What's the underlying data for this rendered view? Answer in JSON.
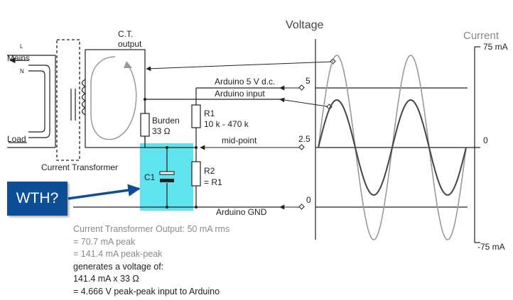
{
  "colors": {
    "wire": "#222222",
    "gray_trace": "#999999",
    "dark_trace": "#444444",
    "highlight": "#5fe3ee",
    "callout": "#0d4e96",
    "calc_gray": "#8a8a8a",
    "calc_dark": "#222222"
  },
  "labels": {
    "voltage_title": "Voltage",
    "current_title": "Current",
    "ct_output_1": "C.T.",
    "ct_output_2": "output",
    "mains": "Mains",
    "load": "Load",
    "l_label": "L",
    "n_label": "N",
    "ct_name": "Current Transformer",
    "burden_1": "Burden",
    "burden_2": "33 Ω",
    "r1_1": "R1",
    "r1_2": "10 k - 470 k",
    "r2_1": "R2",
    "r2_2": "= R1",
    "c1": "C1",
    "arduino_5v": "Arduino 5 V d.c.",
    "arduino_input": "Arduino input",
    "mid_point": "mid-point",
    "arduino_gnd": "Arduino GND",
    "v5": "5",
    "v25": "2.5",
    "v0": "0",
    "i_top": "75 mA",
    "i_zero": "0",
    "i_bottom": "-75 mA"
  },
  "callout": {
    "text": "WTH?"
  },
  "calc_lines": [
    {
      "text": "Current Transformer Output: 50 mA rms",
      "tone": "gray"
    },
    {
      "text": "= 70.7 mA peak",
      "tone": "gray"
    },
    {
      "text": "= 141.4 mA peak-peak",
      "tone": "gray"
    },
    {
      "text": "generates a voltage of:",
      "tone": "dark"
    },
    {
      "text": "141.4 mA x 33 Ω",
      "tone": "dark"
    },
    {
      "text": "= 4.666 V peak-peak input to Arduino",
      "tone": "dark"
    }
  ]
}
